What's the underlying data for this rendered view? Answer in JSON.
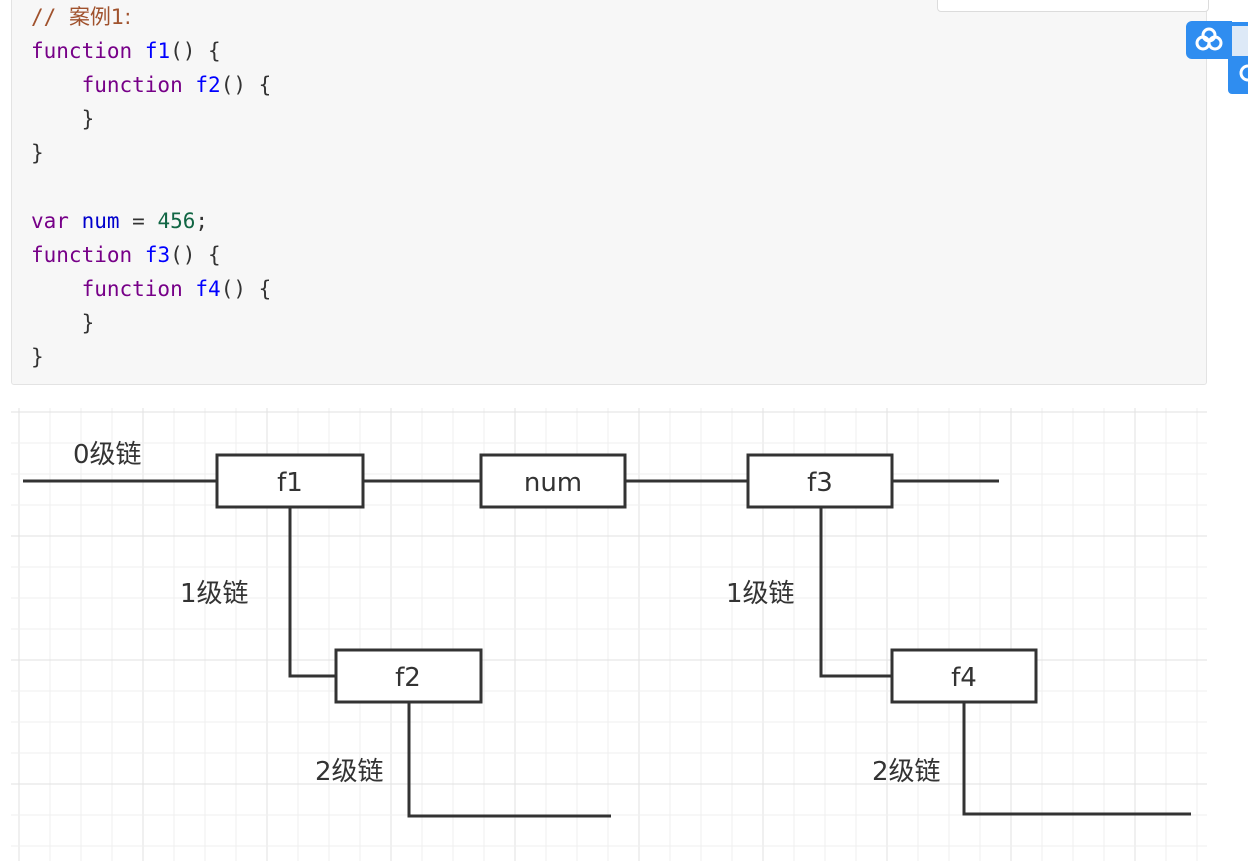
{
  "code": {
    "lines": [
      [
        {
          "t": "comment",
          "v": "// "
        },
        {
          "t": "comment-cjk",
          "v": "案例1:"
        }
      ],
      [
        {
          "t": "keyword",
          "v": "function"
        },
        {
          "t": "plain",
          "v": " "
        },
        {
          "t": "name",
          "v": "f1"
        },
        {
          "t": "plain",
          "v": "() {"
        }
      ],
      [
        {
          "t": "plain",
          "v": "    "
        },
        {
          "t": "keyword",
          "v": "function"
        },
        {
          "t": "plain",
          "v": " "
        },
        {
          "t": "name",
          "v": "f2"
        },
        {
          "t": "plain",
          "v": "() {"
        }
      ],
      [
        {
          "t": "plain",
          "v": "    }"
        }
      ],
      [
        {
          "t": "plain",
          "v": "}"
        }
      ],
      [],
      [
        {
          "t": "keyword",
          "v": "var"
        },
        {
          "t": "plain",
          "v": " "
        },
        {
          "t": "var",
          "v": "num"
        },
        {
          "t": "plain",
          "v": " = "
        },
        {
          "t": "number",
          "v": "456"
        },
        {
          "t": "plain",
          "v": ";"
        }
      ],
      [
        {
          "t": "keyword",
          "v": "function"
        },
        {
          "t": "plain",
          "v": " "
        },
        {
          "t": "name",
          "v": "f3"
        },
        {
          "t": "plain",
          "v": "() {"
        }
      ],
      [
        {
          "t": "plain",
          "v": "    "
        },
        {
          "t": "keyword",
          "v": "function"
        },
        {
          "t": "plain",
          "v": " "
        },
        {
          "t": "name",
          "v": "f4"
        },
        {
          "t": "plain",
          "v": "() {"
        }
      ],
      [
        {
          "t": "plain",
          "v": "    }"
        }
      ],
      [
        {
          "t": "plain",
          "v": "}"
        }
      ]
    ]
  },
  "diagram": {
    "nodes": {
      "f1": "f1",
      "num": "num",
      "f3": "f3",
      "f2": "f2",
      "f4": "f4"
    },
    "labels": {
      "level0": "0级链",
      "level1_left": "1级链",
      "level1_right": "1级链",
      "level2_left": "2级链",
      "level2_right": "2级链"
    }
  },
  "icons": {
    "cloud_button": "cloud-icon",
    "side_tab": "cloud-outline-icon"
  },
  "colors": {
    "code_background": "#f7f7f7",
    "keyword": "#770088",
    "function_name": "#0000ff",
    "comment": "#a0522d",
    "number": "#116644",
    "accent_blue": "#2f8df0",
    "diagram_line": "#333333"
  }
}
